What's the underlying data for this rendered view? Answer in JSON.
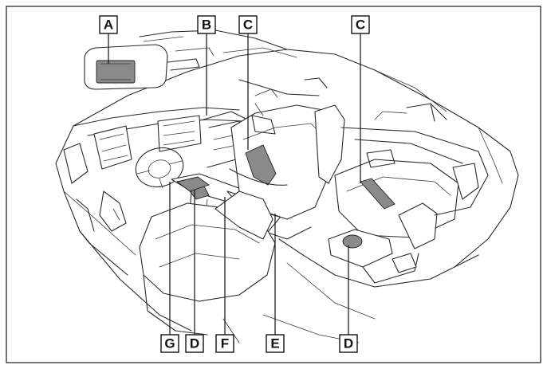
{
  "callouts": [
    {
      "id": "A",
      "label": "A"
    },
    {
      "id": "B",
      "label": "B"
    },
    {
      "id": "C1",
      "label": "C"
    },
    {
      "id": "C2",
      "label": "C"
    },
    {
      "id": "G",
      "label": "G"
    },
    {
      "id": "D1",
      "label": "D"
    },
    {
      "id": "F",
      "label": "F"
    },
    {
      "id": "E",
      "label": "E"
    },
    {
      "id": "D2",
      "label": "D"
    }
  ]
}
